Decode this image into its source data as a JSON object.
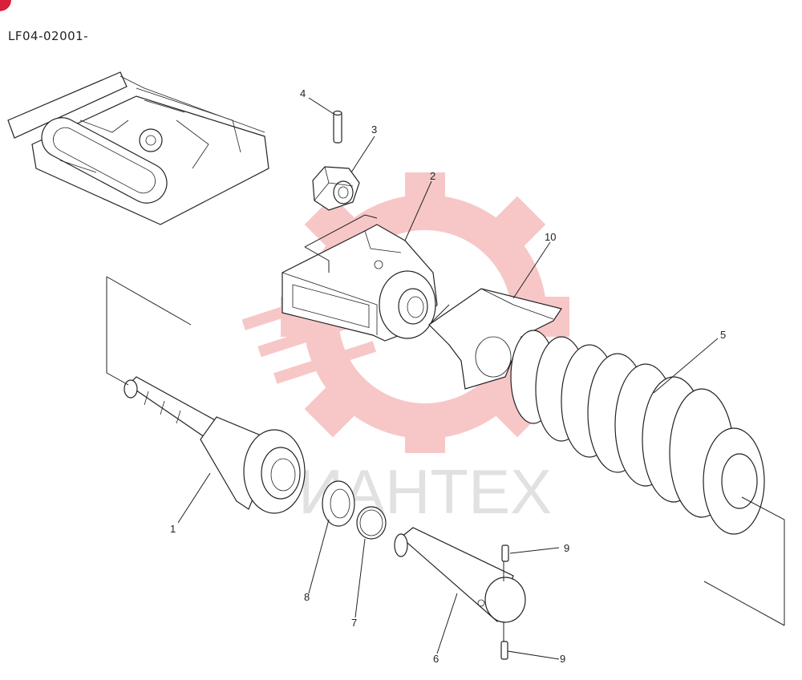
{
  "document": {
    "code": "LF04-02001-"
  },
  "watermark": {
    "text": "ИАHTEX",
    "color": "#f29a9a"
  },
  "colors": {
    "badge": "#d8203a",
    "line": "#222222"
  },
  "callouts": [
    {
      "id": "1",
      "label": "1"
    },
    {
      "id": "2",
      "label": "2"
    },
    {
      "id": "3",
      "label": "3"
    },
    {
      "id": "4",
      "label": "4"
    },
    {
      "id": "5",
      "label": "5"
    },
    {
      "id": "6",
      "label": "6"
    },
    {
      "id": "7",
      "label": "7"
    },
    {
      "id": "8",
      "label": "8"
    },
    {
      "id": "9a",
      "label": "9"
    },
    {
      "id": "9b",
      "label": "9"
    },
    {
      "id": "10",
      "label": "10"
    }
  ]
}
